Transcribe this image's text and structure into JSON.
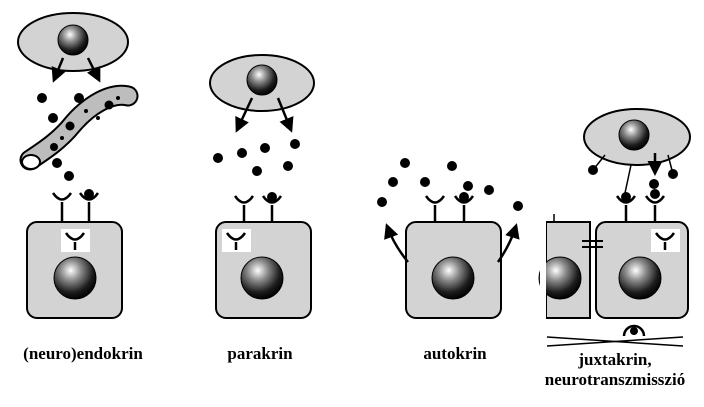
{
  "labels": {
    "endocrine": "(neuro)endokrin",
    "paracrine": "parakrin",
    "autocrine": "autokrin",
    "juxtacrine_line1": "juxtakrin,",
    "juxtacrine_line2": "neurotranszmisszió"
  },
  "colors": {
    "cell_fill": "#d3d3d3",
    "stroke": "#000000",
    "vessel_fill": "#bdbdbd",
    "background": "#ffffff"
  }
}
